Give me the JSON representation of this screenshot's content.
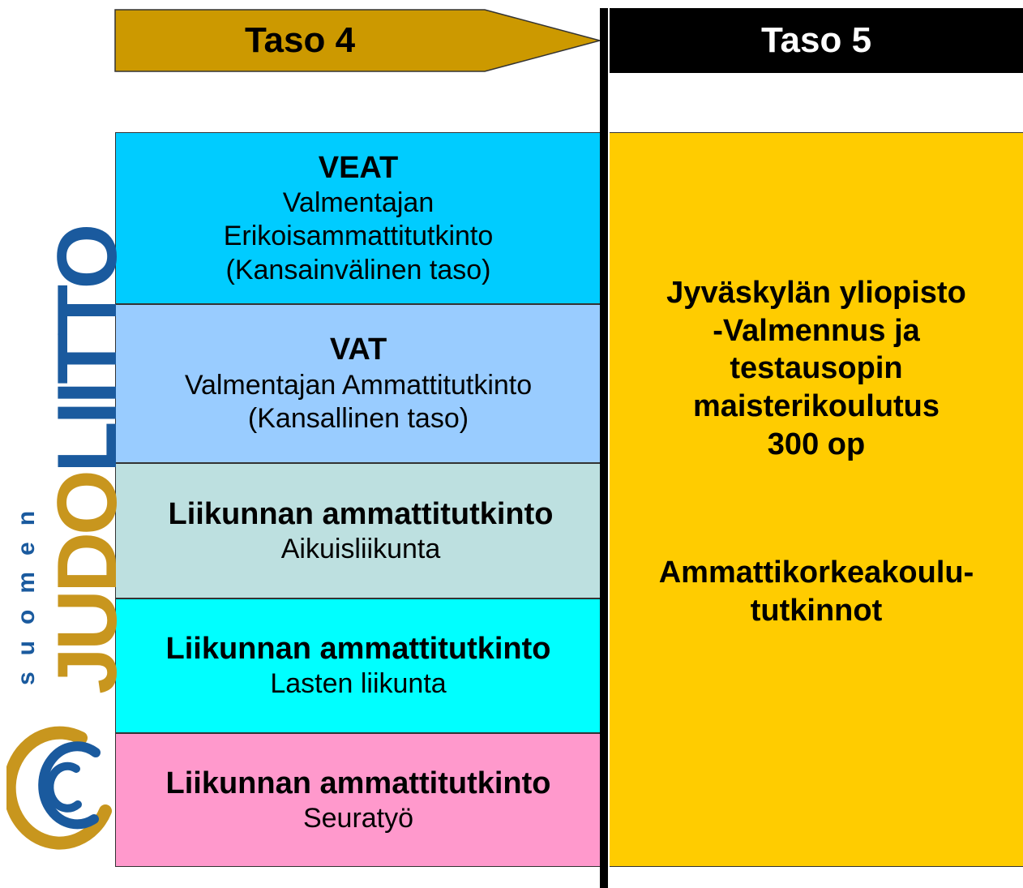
{
  "headers": {
    "taso4": "Taso 4",
    "taso5": "Taso 5"
  },
  "levels": [
    {
      "title": "VEAT",
      "lines": [
        "Valmentajan",
        "Erikoisammattitutkinto",
        "(Kansainvälinen taso)"
      ],
      "color": "#00ccff"
    },
    {
      "title": "VAT",
      "lines": [
        "Valmentajan Ammattitutkinto",
        "(Kansallinen taso)"
      ],
      "color": "#99ccff"
    },
    {
      "title": "Liikunnan ammattitutkinto",
      "lines": [
        "Aikuisliikunta"
      ],
      "color": "#bde0e0"
    },
    {
      "title": "Liikunnan ammattitutkinto",
      "lines": [
        "Lasten liikunta"
      ],
      "color": "#00ffff"
    },
    {
      "title": "Liikunnan ammattitutkinto",
      "lines": [
        "Seuratyö"
      ],
      "color": "#ff99cc"
    }
  ],
  "right_panel": {
    "block1": [
      "Jyväskylän yliopisto",
      "-Valmennus ja",
      "testausopin",
      "maisterikoulutus",
      "300 op"
    ],
    "block2": [
      "Ammattikorkeakoulu-",
      "tutkinnot"
    ]
  },
  "logo": {
    "small": "suomen",
    "part1": "JUDO",
    "part2": "LIITTO"
  },
  "colors": {
    "arrow": "#cc9900",
    "panel": "#ffcc00",
    "logo_blue": "#1a5a9e",
    "logo_gold": "#c8961e"
  }
}
